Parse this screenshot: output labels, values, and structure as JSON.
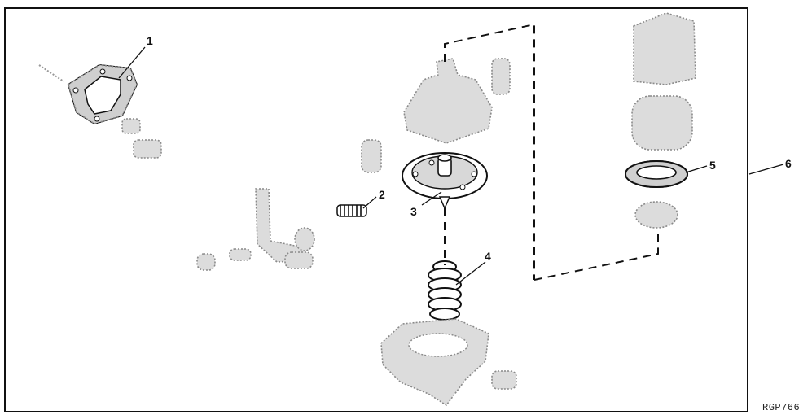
{
  "diagram": {
    "callouts": [
      {
        "id": "1",
        "text": "1"
      },
      {
        "id": "2",
        "text": "2"
      },
      {
        "id": "3",
        "text": "3"
      },
      {
        "id": "4",
        "text": "4"
      },
      {
        "id": "5",
        "text": "5"
      },
      {
        "id": "6",
        "text": "6"
      }
    ],
    "reference_code": "RGP766"
  },
  "colors": {
    "line": "#111111",
    "ghost": "#9a9a9a",
    "background": "#ffffff"
  }
}
